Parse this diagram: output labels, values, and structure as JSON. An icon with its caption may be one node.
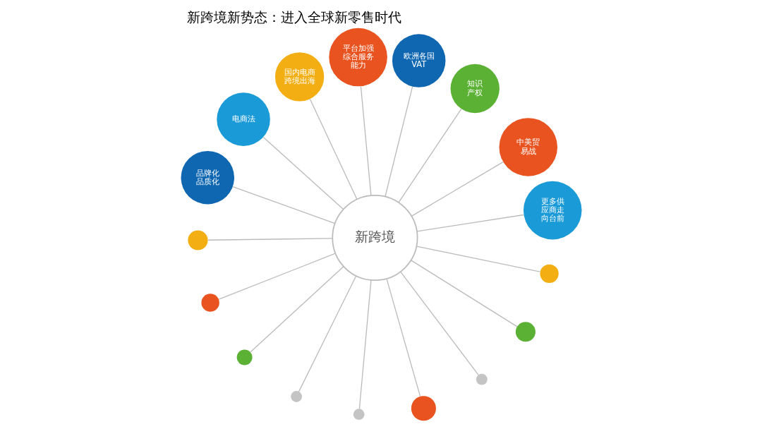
{
  "diagram": {
    "title": "新跨境新势态：进入全球新零售时代",
    "nodes": [
      {
        "text": [
          "新跨境"
        ]
      },
      {
        "text": [
          "更多供应商走向台前"
        ]
      },
      {
        "text": [
          "中美贸易战"
        ]
      },
      {
        "text": [
          "知识产权"
        ]
      },
      {
        "text": [
          "欧洲各国VAT"
        ]
      },
      {
        "text": [
          "平台加强综合服务能力"
        ]
      },
      {
        "text": [
          "国内电商跨境出海"
        ]
      },
      {
        "text": [
          "电商法"
        ]
      },
      {
        "text": [
          "品牌化品质化"
        ]
      },
      {
        "text": [],
        "shape": "circle"
      },
      {
        "text": [],
        "shape": "circle"
      },
      {
        "text": [],
        "shape": "circle"
      },
      {
        "text": [],
        "shape": "circle"
      },
      {
        "text": [],
        "shape": "circle"
      },
      {
        "text": [],
        "shape": "circle"
      },
      {
        "text": [],
        "shape": "circle"
      },
      {
        "text": [],
        "shape": "circle"
      },
      {
        "text": [],
        "shape": "circle"
      }
    ],
    "edges": [
      {
        "from": 0,
        "to": 1,
        "arrow": "none"
      },
      {
        "from": 0,
        "to": 2,
        "arrow": "none"
      },
      {
        "from": 0,
        "to": 3,
        "arrow": "none"
      },
      {
        "from": 0,
        "to": 4,
        "arrow": "none"
      },
      {
        "from": 0,
        "to": 5,
        "arrow": "none"
      },
      {
        "from": 0,
        "to": 6,
        "arrow": "none"
      },
      {
        "from": 0,
        "to": 7,
        "arrow": "none"
      },
      {
        "from": 0,
        "to": 8,
        "arrow": "none"
      },
      {
        "from": 0,
        "to": 9,
        "arrow": "none"
      },
      {
        "from": 0,
        "to": 10,
        "arrow": "none"
      },
      {
        "from": 0,
        "to": 11,
        "arrow": "none"
      },
      {
        "from": 0,
        "to": 12,
        "arrow": "none"
      },
      {
        "from": 0,
        "to": 13,
        "arrow": "none"
      },
      {
        "from": 0,
        "to": 14,
        "arrow": "none"
      },
      {
        "from": 0,
        "to": 15,
        "arrow": "none"
      },
      {
        "from": 0,
        "to": 16,
        "arrow": "none"
      },
      {
        "from": 0,
        "to": 17,
        "arrow": "none"
      }
    ]
  }
}
